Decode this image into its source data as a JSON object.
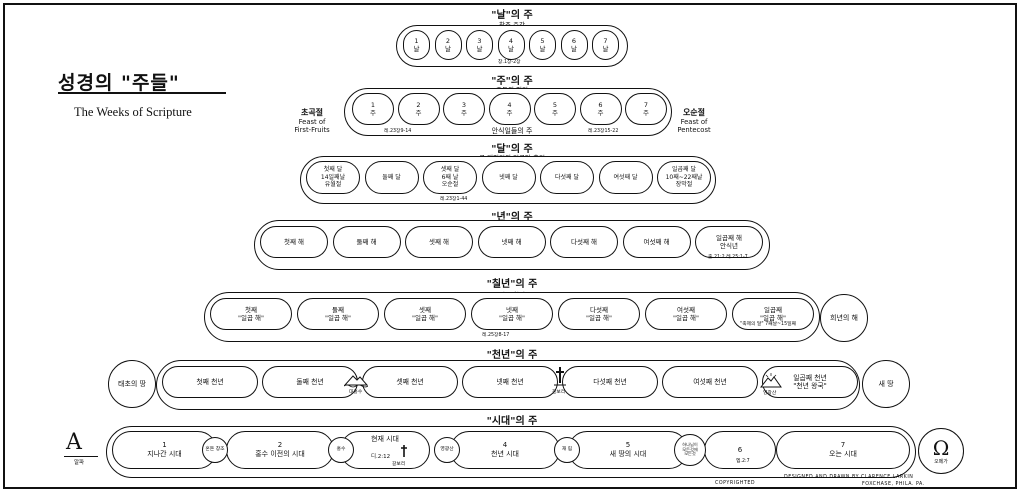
{
  "title": {
    "korean": "성경의 \"주들\"",
    "english": "The Weeks of Scripture"
  },
  "rows": {
    "days": {
      "heading": "\"날\"의 주",
      "subtitle": "창조 주간",
      "items": [
        "1\n날",
        "2\n날",
        "3\n날",
        "4\n날",
        "5\n날",
        "6\n날",
        "7\n날"
      ],
      "ref": "창.1장-2장"
    },
    "weeks": {
      "heading": "\"주\"의 주",
      "subtitle": "주들의 절기",
      "items": [
        "1\n주",
        "2\n주",
        "3\n주",
        "4\n주",
        "5\n주",
        "6\n주",
        "7\n주"
      ],
      "ref_left": "레.23장9-14",
      "ref_right": "레.23장15-22",
      "bottom_label": "안식일들의 주",
      "left_side_title": "초곡절",
      "left_side_en": "Feast of\nFirst-Fruits",
      "right_side_title": "오순절",
      "right_side_en": "Feast of\nPentecost"
    },
    "months": {
      "heading": "\"달\"의 주",
      "subtitle": "큰 계절기의 일곱달 추기",
      "items": [
        "첫째 달\n14일째날\n유월절",
        "둘째 달",
        "셋째 달\n6째 날\n오순절",
        "넷째 달",
        "다섯째 달",
        "여섯째 달",
        "일곱째 달\n10째~22째날\n장막절"
      ],
      "ref": "레.23장1-44"
    },
    "years": {
      "heading": "\"년\"의 주",
      "items": [
        "첫째 해",
        "둘째 해",
        "셋째 해",
        "넷째 해",
        "다섯째 해",
        "여섯째 해",
        "일곱째 해\n안식년"
      ],
      "ref": "출.21:2   레.25:1-7"
    },
    "seven_years": {
      "heading": "\"칠년\"의 주",
      "subtitle": "일곱 칠년",
      "items": [
        "첫째\n\"일곱 해\"",
        "둘째\n\"일곱 해\"",
        "셋째\n\"일곱 해\"",
        "넷째\n\"일곱 해\"",
        "다섯째\n\"일곱 해\"",
        "여섯째\n\"일곱 해\"",
        "일곱째\n\"일곱 해\""
      ],
      "ref": "레.25장8-17",
      "last_note": "\"축제의 달\" 7째날~15일째",
      "jubilee": "희년의 해"
    },
    "millennia": {
      "heading": "\"천년\"의 주",
      "items": [
        "첫째 천년",
        "둘째 천년",
        "셋째 천년",
        "넷째 천년",
        "다섯째 천년",
        "여섯째 천년",
        "일곱째 천년\n\"천년 왕국\""
      ],
      "left_circle": "태초의 땅",
      "right_circle": "새 땅",
      "flood_label": "대홍수",
      "calvary_label": "갈보리",
      "glory_label": "영광산"
    },
    "ages": {
      "heading": "\"시대\"의 주",
      "items": [
        "1\n지나간 시대",
        "2\n홍수 이전의 시대",
        "현재 시대",
        "4\n천년 시대",
        "5\n새 땅의 시대",
        "6",
        "7\n오는 시대"
      ],
      "circles": [
        "혼돈 창조",
        "홍수",
        "영광산",
        "재 림",
        "하나님이\n모든것에\n모든것"
      ],
      "present_ref": "디.2:12",
      "calvary_label": "갈보리",
      "ref6": "엡.2:7",
      "alpha": "A",
      "alpha_label": "알파",
      "omega": "Ω",
      "omega_label": "오메가"
    }
  },
  "credits": {
    "copyright": "COPYRIGHTED",
    "designed": "DESIGNED AND DRAWN BY CLARENCE LARKIN",
    "location": "FOXCHASE, PHILA. PA."
  }
}
